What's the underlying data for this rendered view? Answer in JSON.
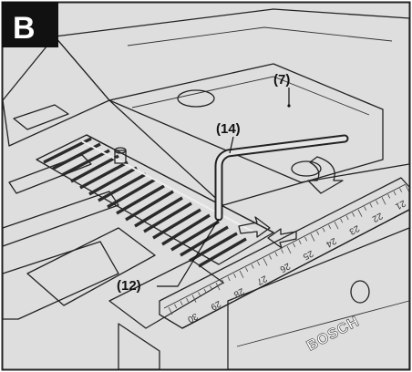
{
  "panel": {
    "letter": "B"
  },
  "callouts": {
    "c7": "(7)",
    "c14": "(14)",
    "c12": "(12)"
  },
  "ruler": {
    "ticks": [
      "21",
      "22",
      "23",
      "24",
      "25",
      "26",
      "27",
      "28",
      "29",
      "30"
    ]
  },
  "brand": {
    "text": "BOSCH"
  },
  "colors": {
    "frame": "#222222",
    "metal": "#cfcfcf",
    "shadow": "#a9a9a9",
    "grip": "#2a2a2a",
    "label_bg": "#111111"
  }
}
